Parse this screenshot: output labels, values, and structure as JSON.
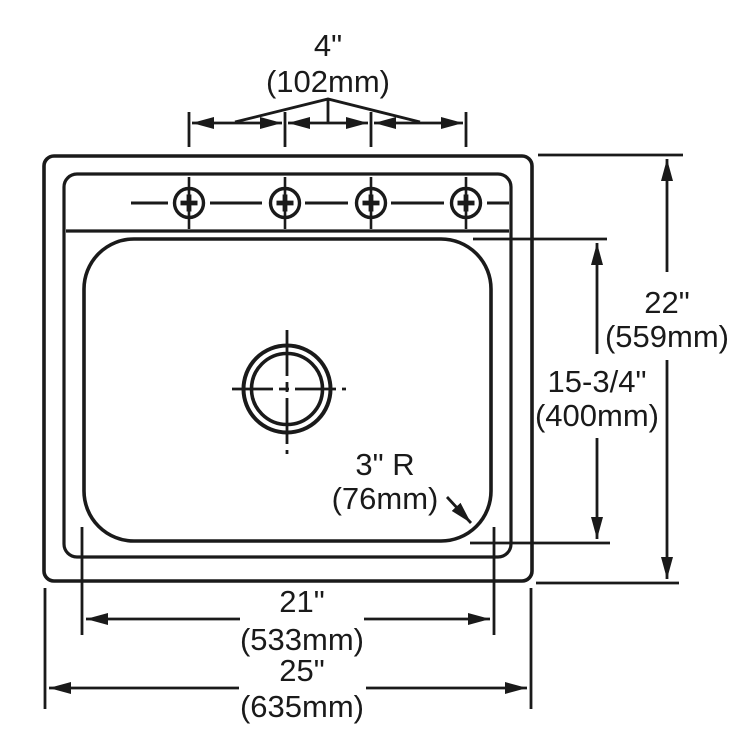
{
  "diagram": {
    "type": "sink-top-view-dimension-drawing",
    "colors": {
      "line": "#1a1a1a",
      "background": "#ffffff"
    },
    "dimensions": {
      "faucet_hole_spacing": {
        "inches": "4\"",
        "metric": "(102mm)"
      },
      "overall_front_to_back": {
        "inches": "22\"",
        "metric": "(559mm)"
      },
      "bowl_front_to_back": {
        "inches": "15-3/4\"",
        "metric": "(400mm)"
      },
      "bowl_corner_radius": {
        "inches": "3\" R",
        "metric": "(76mm)"
      },
      "bowl_width": {
        "inches": "21\"",
        "metric": "(533mm)"
      },
      "overall_width": {
        "inches": "25\"",
        "metric": "(635mm)"
      }
    }
  }
}
